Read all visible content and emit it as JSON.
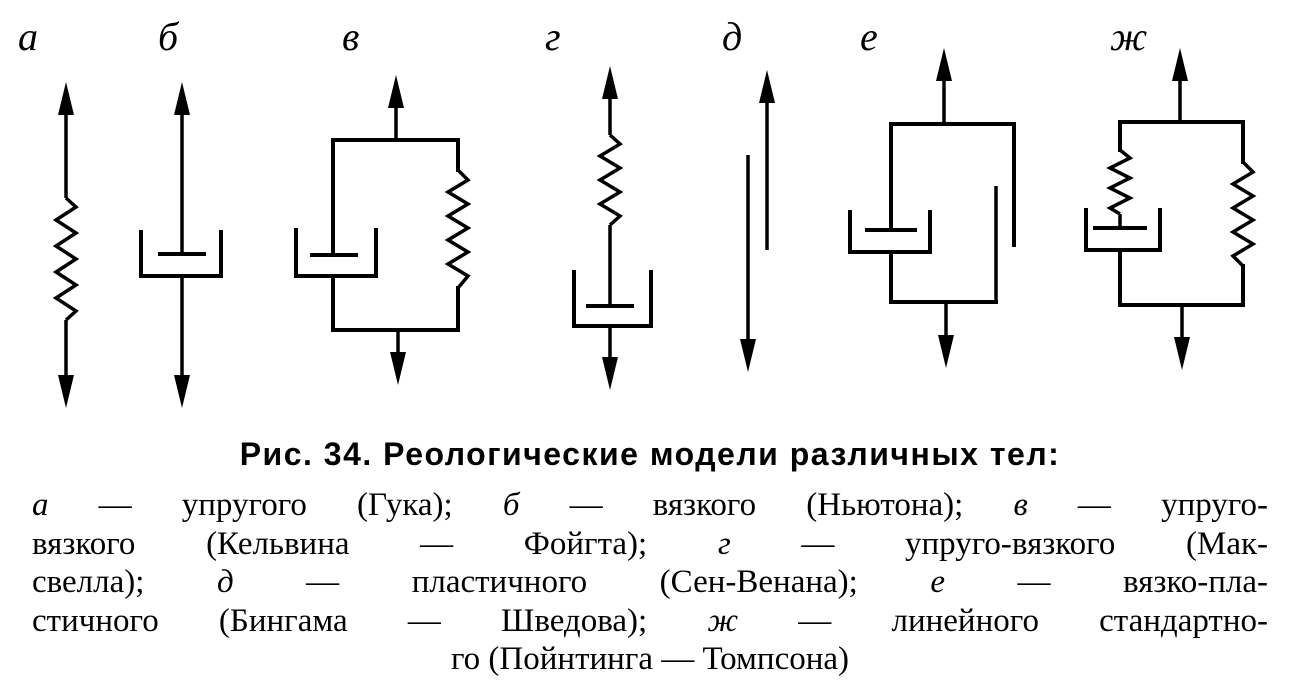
{
  "figure": {
    "labels": [
      "а",
      "б",
      "в",
      "г",
      "д",
      "е",
      "ж"
    ]
  },
  "caption": {
    "title": "Рис. 34. Реологические модели различных тел:",
    "lines": [
      [
        "а",
        " — упругого (Гука); ",
        "б",
        " — вязкого (Ньютона); ",
        "в",
        " — упруго-"
      ],
      [
        "",
        "вязкого (Кельвина — Фойгта); ",
        "г",
        " — упруго-вязкого (Мак-"
      ],
      [
        "",
        "свелла); ",
        "д",
        " — пластичного (Сен-Венана); ",
        "е",
        " — вязко-пла-"
      ],
      [
        "",
        "стичного (Бингама — Шведова); ",
        "ж",
        " — линейного стандартно-"
      ],
      [
        "",
        "го (Пойнтинга — Томпсона)"
      ]
    ]
  }
}
